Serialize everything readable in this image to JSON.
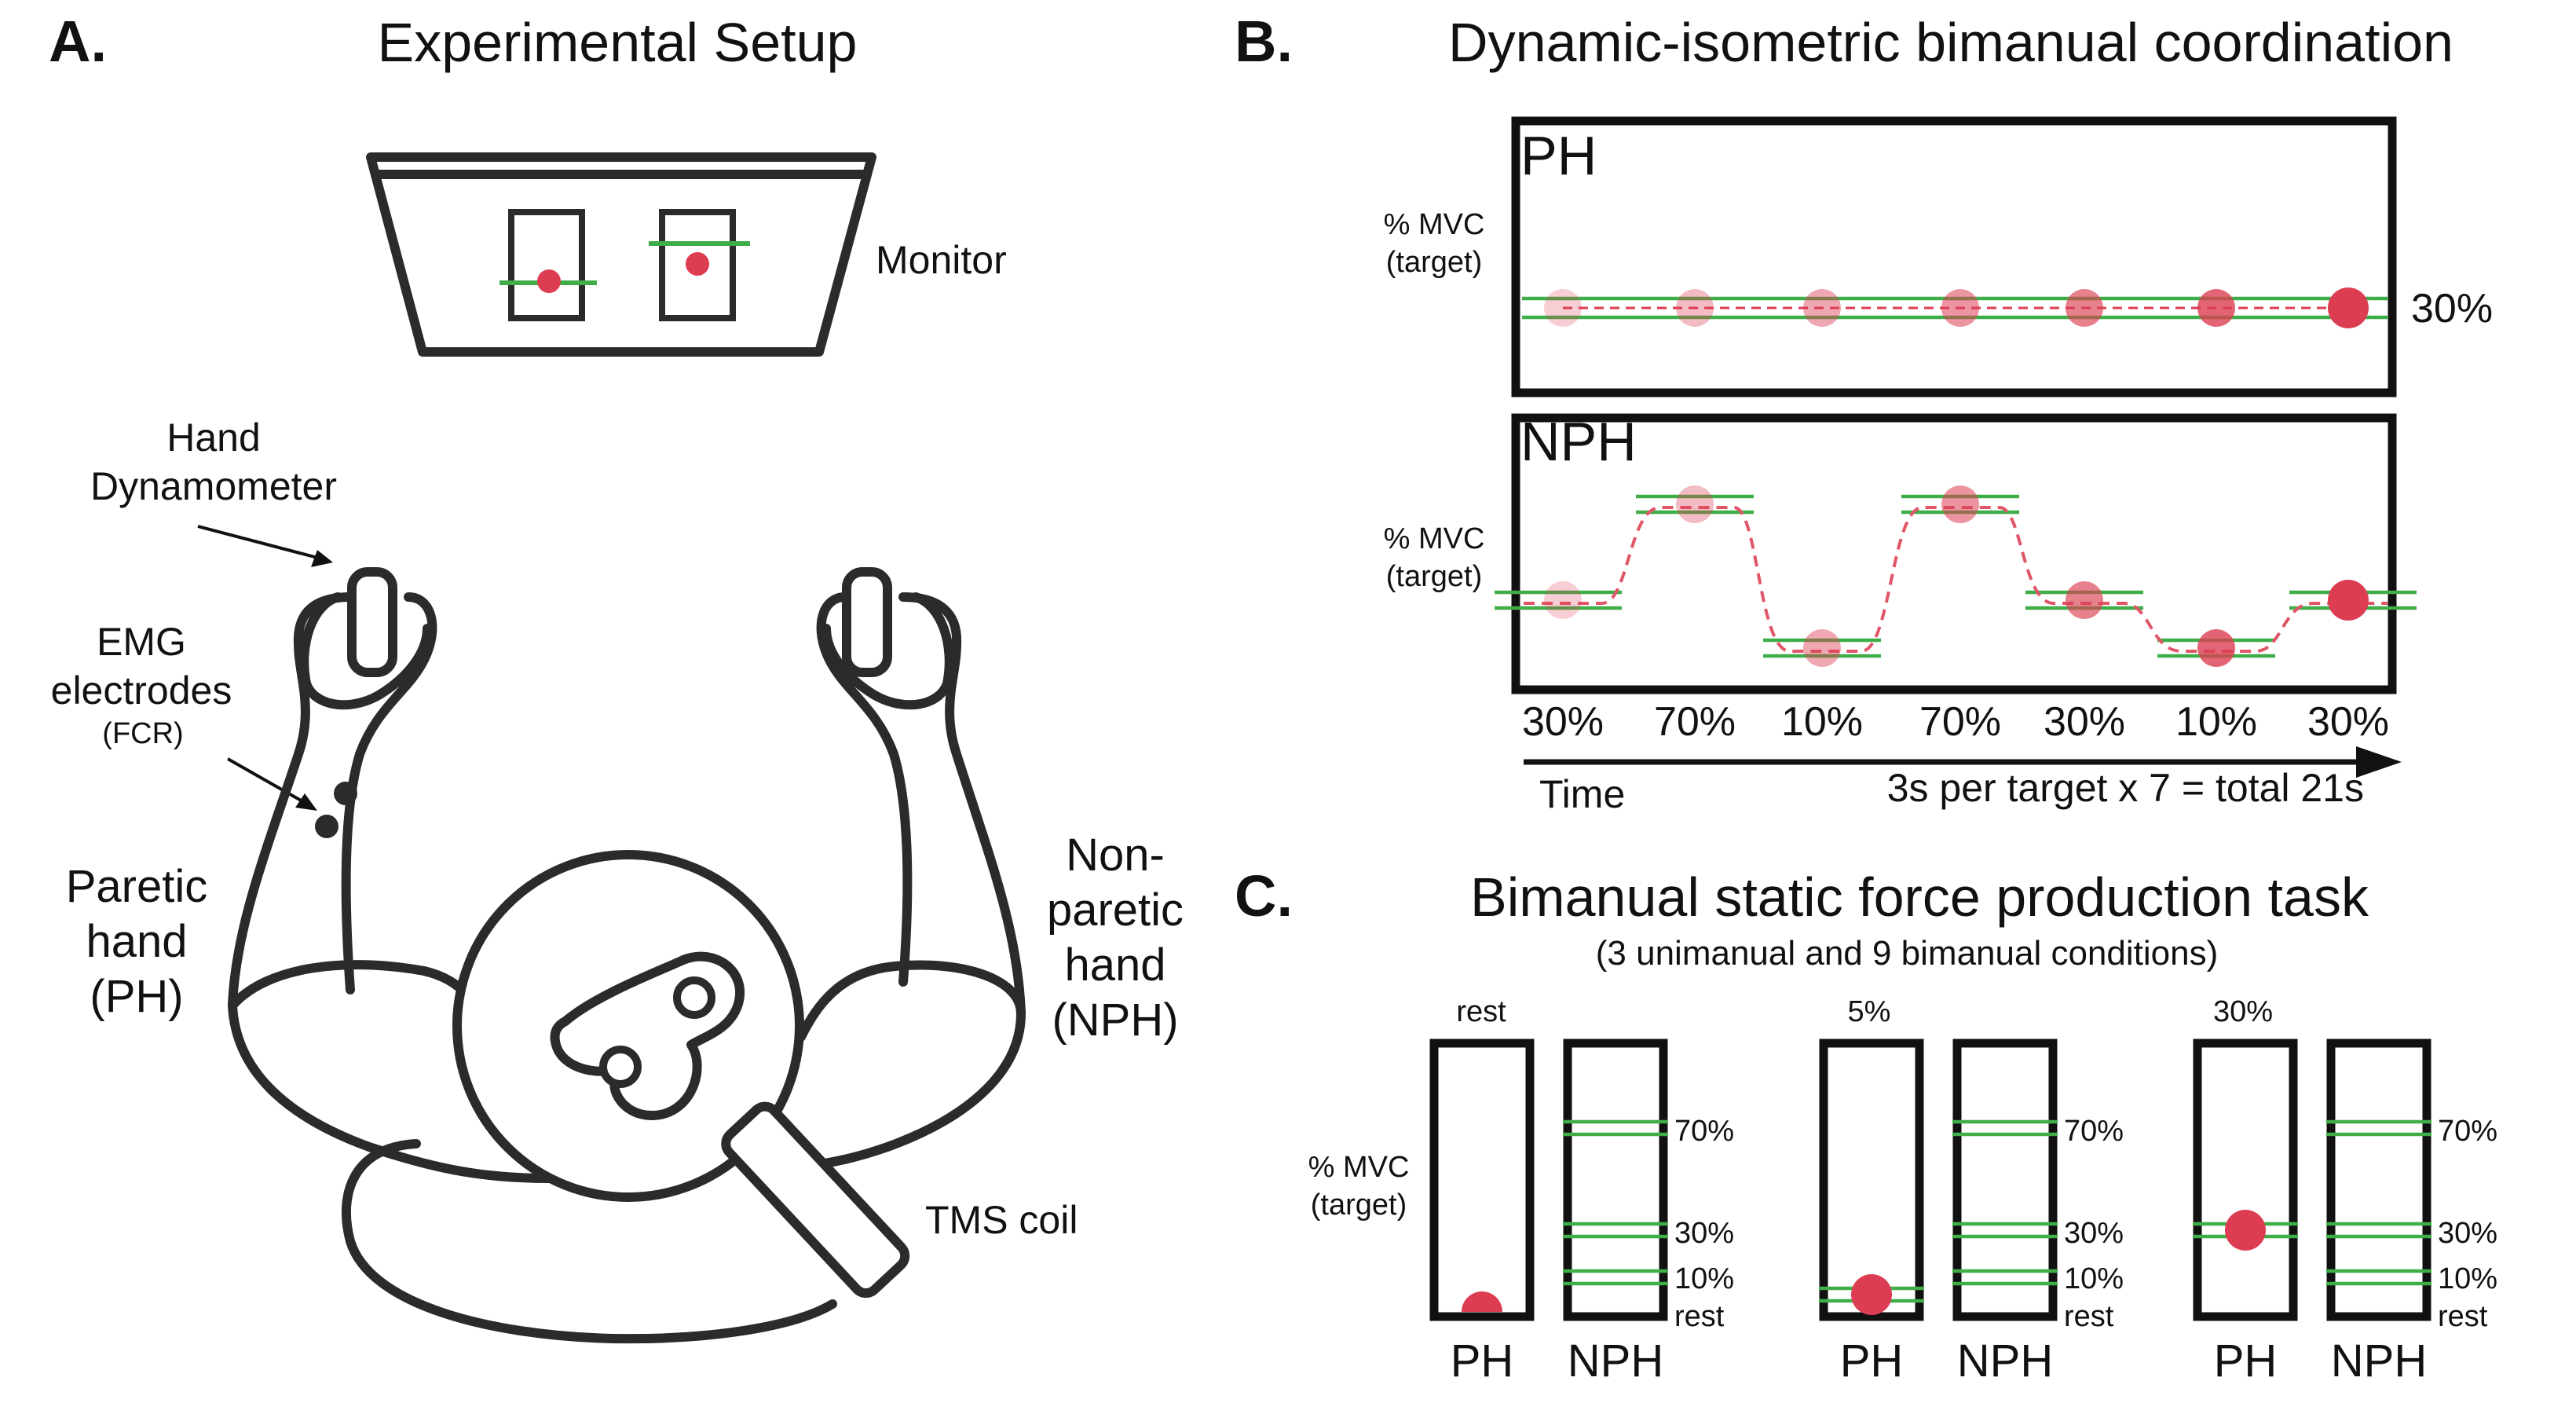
{
  "panels": {
    "a": {
      "letter": "A.",
      "title": "Experimental Setup",
      "monitor_label": "Monitor",
      "dyn_label_1": "Hand",
      "dyn_label_2": "Dynamometer",
      "emg_label_1": "EMG",
      "emg_label_2": "electrodes",
      "emg_label_3": "(FCR)",
      "ph_label_1": "Paretic",
      "ph_label_2": "hand",
      "ph_label_3": "(PH)",
      "nph_label_1": "Non-",
      "nph_label_2": "paretic",
      "nph_label_3": "hand",
      "nph_label_4": "(NPH)",
      "tms_label": "TMS coil"
    },
    "b": {
      "letter": "B.",
      "title": "Dynamic-isometric bimanual coordination",
      "top_box_label": "PH",
      "bottom_box_label": "NPH",
      "ylabel_1": "% MVC",
      "ylabel_2": "(target)",
      "ph_right_label": "30%",
      "time_label": "Time",
      "duration_label": "3s per target x 7 = total 21s",
      "targets": [
        {
          "label": "30%",
          "value": 30
        },
        {
          "label": "70%",
          "value": 70
        },
        {
          "label": "10%",
          "value": 10
        },
        {
          "label": "70%",
          "value": 70
        },
        {
          "label": "30%",
          "value": 30
        },
        {
          "label": "10%",
          "value": 10
        },
        {
          "label": "30%",
          "value": 30
        }
      ],
      "ph_target_value": 30,
      "dot_opacity": [
        0.25,
        0.35,
        0.45,
        0.55,
        0.65,
        0.8,
        1.0
      ]
    },
    "c": {
      "letter": "C.",
      "title": "Bimanual static force production task",
      "subtitle": "(3 unimanual and 9 bimanual conditions)",
      "ylabel_1": "% MVC",
      "ylabel_2": "(target)",
      "conditions": [
        {
          "ph_level_label": "rest",
          "ph_box": "PH",
          "nph_box": "NPH",
          "ph_value": 0
        },
        {
          "ph_level_label": "5%",
          "ph_box": "PH",
          "nph_box": "NPH",
          "ph_value": 5
        },
        {
          "ph_level_label": "30%",
          "ph_box": "PH",
          "nph_box": "NPH",
          "ph_value": 30
        }
      ],
      "nph_levels": [
        "70%",
        "30%",
        "10%",
        "rest"
      ]
    }
  },
  "colors": {
    "target_dot": "#dc3d52",
    "target_line": "#3fae49",
    "outline": "#2b2b2b"
  }
}
